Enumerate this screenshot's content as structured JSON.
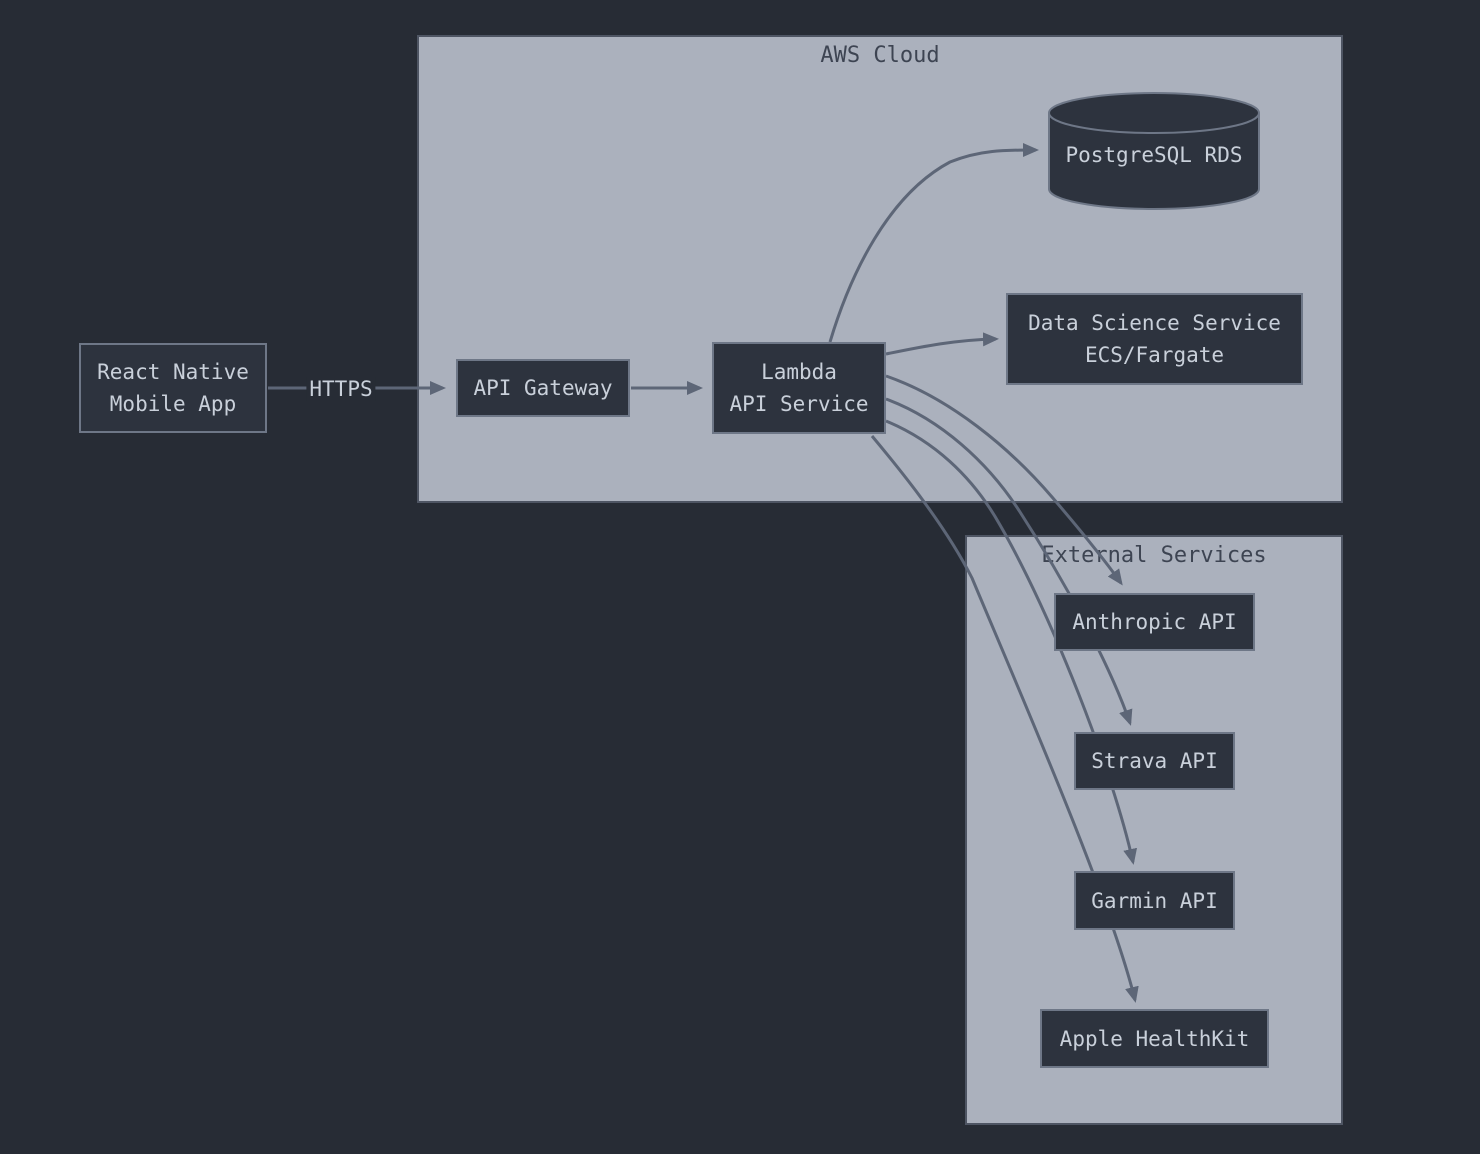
{
  "diagram": {
    "type": "architecture-flowchart",
    "colors": {
      "background": "#272c35",
      "container_fill": "#abb1bd",
      "container_border": "#4e5563",
      "container_title_text": "#3d4452",
      "node_fill": "#2d333e",
      "node_border": "#6e7787",
      "node_text": "#c9d0da",
      "edge": "#5d6677"
    }
  },
  "containers": {
    "aws_cloud": {
      "title": "AWS Cloud"
    },
    "external_services": {
      "title": "External Services"
    }
  },
  "nodes": {
    "react_native": {
      "line1": "React Native",
      "line2": "Mobile App"
    },
    "api_gateway": {
      "line1": "API Gateway"
    },
    "lambda": {
      "line1": "Lambda",
      "line2": "API Service"
    },
    "postgresql": {
      "line1": "PostgreSQL RDS"
    },
    "data_science": {
      "line1": "Data Science Service",
      "line2": "ECS/Fargate"
    },
    "anthropic": {
      "line1": "Anthropic API"
    },
    "strava": {
      "line1": "Strava API"
    },
    "garmin": {
      "line1": "Garmin API"
    },
    "healthkit": {
      "line1": "Apple HealthKit"
    }
  },
  "edges": {
    "https_label": "HTTPS"
  }
}
